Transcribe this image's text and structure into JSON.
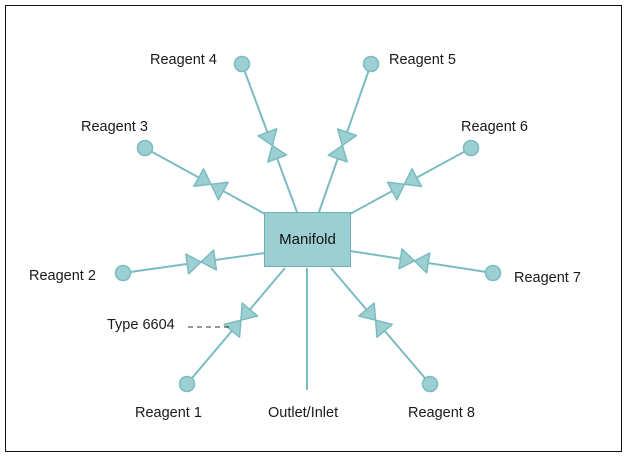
{
  "diagram": {
    "manifold_label": "Manifold",
    "outlet_label": "Outlet/Inlet",
    "valve_type_label": "Type 6604",
    "reagents": [
      {
        "label": "Reagent 1"
      },
      {
        "label": "Reagent 2"
      },
      {
        "label": "Reagent 3"
      },
      {
        "label": "Reagent 4"
      },
      {
        "label": "Reagent 5"
      },
      {
        "label": "Reagent 6"
      },
      {
        "label": "Reagent 7"
      },
      {
        "label": "Reagent 8"
      }
    ],
    "colors": {
      "line": "#7bbcc1",
      "fill": "#9ccfd2",
      "border": "#111111"
    }
  }
}
